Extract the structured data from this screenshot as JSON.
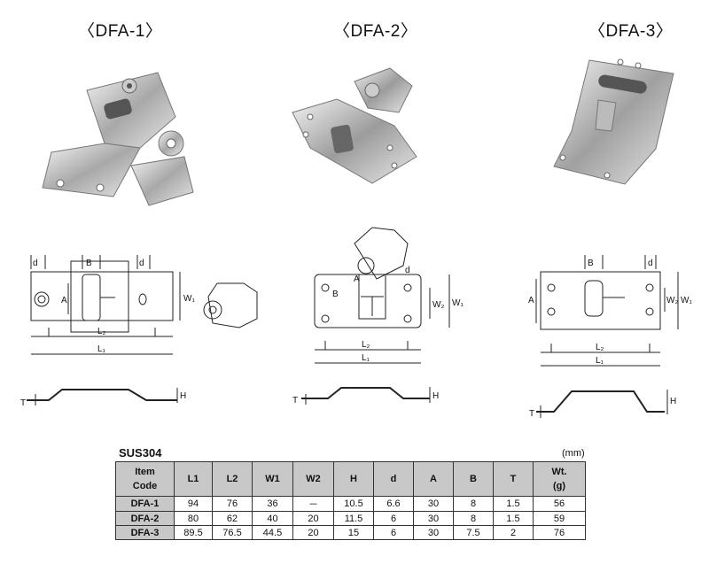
{
  "products": [
    {
      "title": "〈DFA-1〉"
    },
    {
      "title": "〈DFA-2〉"
    },
    {
      "title": "〈DFA-3〉"
    }
  ],
  "dims": {
    "d": "d",
    "B": "B",
    "A": "A",
    "W1": "W₁",
    "W2": "W₂",
    "L1": "L₁",
    "L2": "L₂",
    "H": "H",
    "T": "T"
  },
  "spec_table": {
    "material": "SUS304",
    "unit": "(mm)",
    "headers": [
      "Item\nCode",
      "L1",
      "L2",
      "W1",
      "W2",
      "H",
      "d",
      "A",
      "B",
      "T",
      "Wt.\n(g)"
    ],
    "rows": [
      [
        "DFA-1",
        "94",
        "76",
        "36",
        "－",
        "10.5",
        "6.6",
        "30",
        "8",
        "1.5",
        "56"
      ],
      [
        "DFA-2",
        "80",
        "62",
        "40",
        "20",
        "11.5",
        "6",
        "30",
        "8",
        "1.5",
        "59"
      ],
      [
        "DFA-3",
        "89.5",
        "76.5",
        "44.5",
        "20",
        "15",
        "6",
        "30",
        "7.5",
        "2",
        "76"
      ]
    ]
  }
}
